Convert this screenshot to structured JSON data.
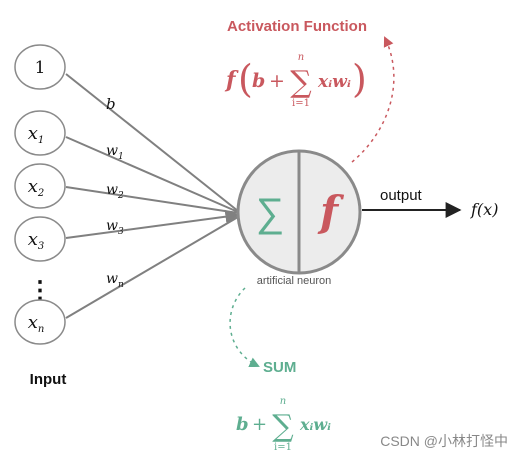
{
  "colors": {
    "red": "#C9585E",
    "green": "#5EAE90",
    "line": "#808080",
    "node_fill": "#ECECEC",
    "node_stroke": "#8A8A8A",
    "text": "#111111",
    "muted": "#555555"
  },
  "inputs": {
    "nodes": [
      {
        "label": "1"
      },
      {
        "label": "x",
        "sub": "1"
      },
      {
        "label": "x",
        "sub": "2"
      },
      {
        "label": "x",
        "sub": "3"
      },
      {
        "label": "x",
        "sub": "n"
      }
    ],
    "ellipsis": "⋮",
    "title": "Input"
  },
  "edges": {
    "labels": [
      {
        "main": "b",
        "sub": ""
      },
      {
        "main": "w",
        "sub": "1"
      },
      {
        "main": "w",
        "sub": "2"
      },
      {
        "main": "w",
        "sub": "3"
      },
      {
        "main": "w",
        "sub": "n"
      }
    ]
  },
  "neuron": {
    "sum_symbol": "∑",
    "f_symbol": "f",
    "caption": "artificial neuron"
  },
  "output": {
    "label": "output",
    "result": "f(x)"
  },
  "activation": {
    "title": "Activation Function",
    "formula": {
      "f": "f",
      "b": "b",
      "plus": "+",
      "sum": "∑",
      "upper": "n",
      "lower": "i=1",
      "term": "xᵢwᵢ"
    }
  },
  "sum_block": {
    "title": "SUM",
    "formula": {
      "b": "b",
      "plus": "+",
      "sum": "∑",
      "upper": "n",
      "lower": "i=1",
      "term": "xᵢwᵢ"
    }
  },
  "watermark": "CSDN @小林打怪中"
}
